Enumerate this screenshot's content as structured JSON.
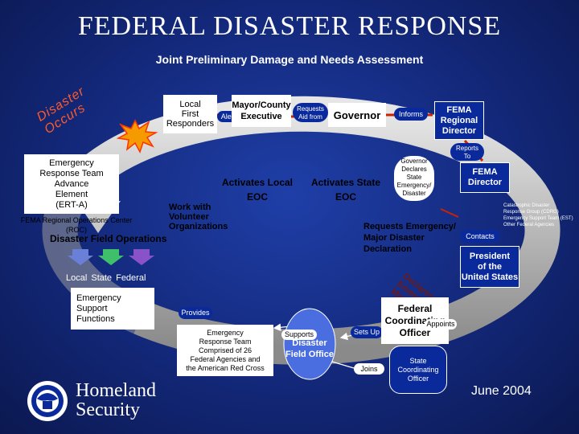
{
  "title": "FEDERAL DISASTER RESPONSE",
  "subtitle": "Joint Preliminary Damage and Needs Assessment",
  "disaster_occurs": "Disaster Occurs",
  "local_first_responders": [
    "Local",
    "First",
    "Responders"
  ],
  "mayor_county": "Mayor/County",
  "alert": "Alert",
  "executive": "Executive",
  "requests_aid_from": [
    "Requests",
    "Aid from"
  ],
  "governor": "Governor",
  "informs": "Informs",
  "fema_regional_director": [
    "FEMA",
    "Regional",
    "Director"
  ],
  "reports_to": [
    "Reports",
    "To"
  ],
  "ert_a": [
    "Emergency",
    "Response Team",
    "Advance",
    "Element",
    "(ERT-A)"
  ],
  "fema_roc": [
    "FEMA Regional Operations Center",
    "(ROC)"
  ],
  "disaster_field_ops": "Disaster Field Operations",
  "activates_local_eoc": [
    "Activates Local",
    "EOC"
  ],
  "activates_state_eoc": [
    "Activates State",
    "EOC"
  ],
  "work_with_volunteer": [
    "Work with",
    "Volunteer",
    "Organizations"
  ],
  "governor_declares": [
    "Governor",
    "Declares",
    "State",
    "Emergency/",
    "Disaster"
  ],
  "fema_director": [
    "FEMA",
    "Director"
  ],
  "cdrg": [
    "Catastrophic Disaster",
    "Response Group (CDRG)",
    "Emergency Support Team (EST)",
    "Other Federal Agencies"
  ],
  "contacts": "Contacts",
  "requests_declaration": [
    "Requests Emergency/",
    "Major Disaster",
    "Declaration"
  ],
  "president": [
    "President",
    "of the",
    "United States"
  ],
  "local_state_federal": "Local  State  Federal",
  "declares_arc": "Declares Emergency/ Major Disaster",
  "appoints": "Appoints",
  "esf": [
    "Emergency",
    "Support",
    "Functions"
  ],
  "provides": "Provides",
  "ert_desc": [
    "Emergency",
    "Response Team",
    "Comprised of 26",
    "Federal Agencies and",
    "the American Red Cross"
  ],
  "supports": "Supports",
  "disaster_field_office": [
    "Disaster",
    "Field Office"
  ],
  "sets_up": "Sets Up",
  "fco": [
    "Federal",
    "Coordinating",
    "Officer"
  ],
  "joins": "Joins",
  "sco": [
    "State",
    "Coordinating",
    "Officer"
  ],
  "homeland": "Homeland",
  "security": "Security",
  "date": "June 2004",
  "colors": {
    "background": "#13287a",
    "ring_light": "#d8d8d8",
    "ring_dark": "#8a8a8a",
    "accent_blue": "#0a2a9c",
    "arrow_red": "#cc2200",
    "burst_orange": "#f59a00"
  }
}
